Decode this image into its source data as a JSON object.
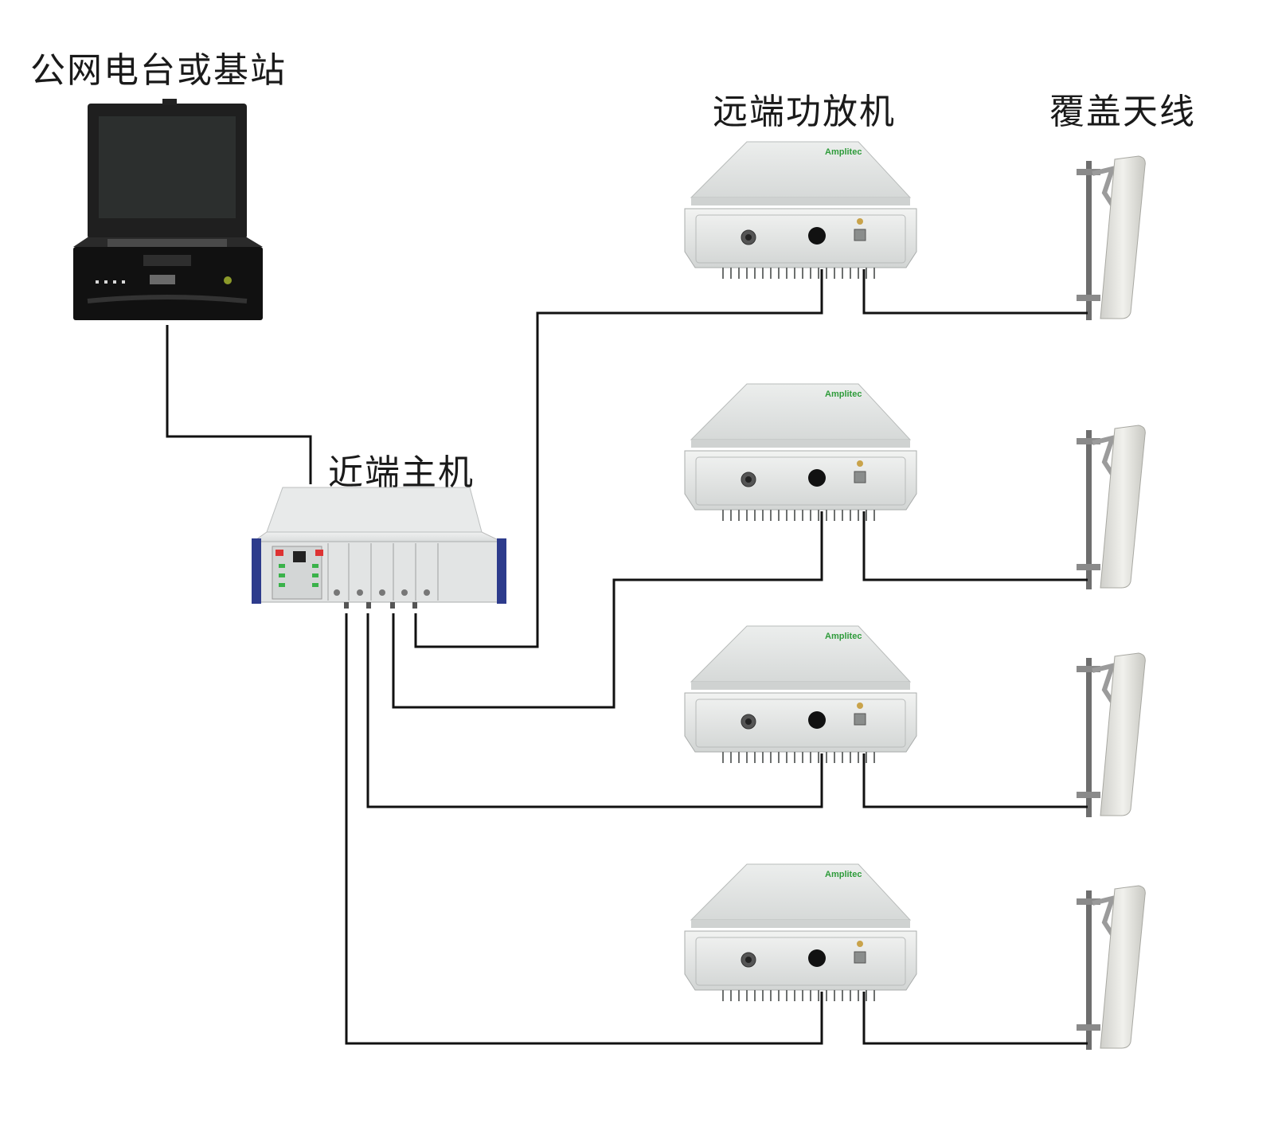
{
  "labels": {
    "base_station": "公网电台或基站",
    "near_host": "近端主机",
    "remote_amp": "远端功放机",
    "antenna": "覆盖天线"
  },
  "brand": "Amplitec",
  "remote_units": [
    {
      "brand": "Amplitec"
    },
    {
      "brand": "Amplitec"
    },
    {
      "brand": "Amplitec"
    },
    {
      "brand": "Amplitec"
    }
  ],
  "colors": {
    "cable": "#111111",
    "housing": "#e4e6e5",
    "brand_green": "#2e9b3a",
    "rack_blue": "#2d3b8c",
    "laptop": "#1c1c1c"
  }
}
